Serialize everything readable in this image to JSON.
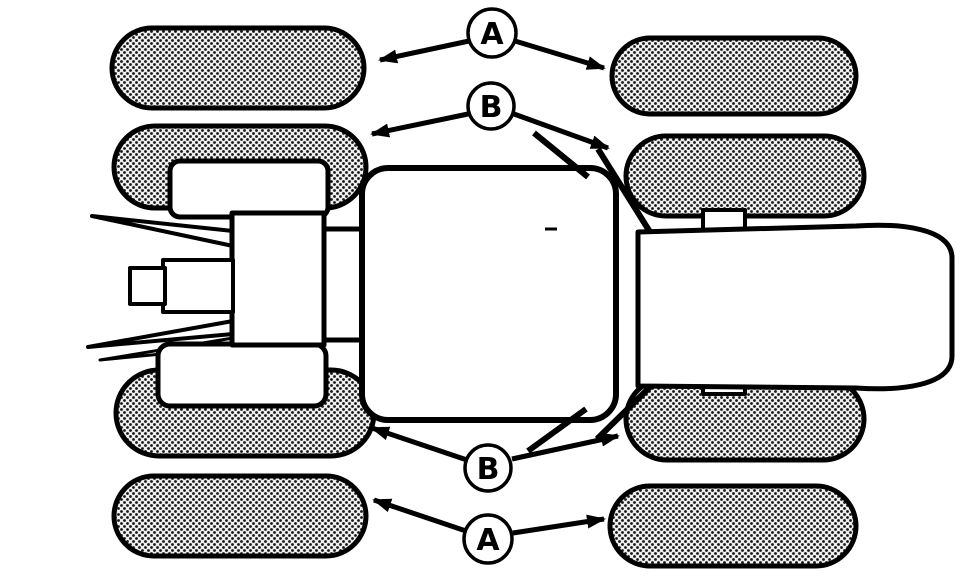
{
  "colors": {
    "ink": "#000000",
    "background": "#ffffff",
    "tire_fill": "#efefef"
  },
  "figure": {
    "callouts": [
      {
        "id": "callout-a-top",
        "letter": "A"
      },
      {
        "id": "callout-b-top",
        "letter": "B"
      },
      {
        "id": "callout-b-bottom",
        "letter": "B"
      },
      {
        "id": "callout-a-bottom",
        "letter": "A"
      }
    ]
  }
}
